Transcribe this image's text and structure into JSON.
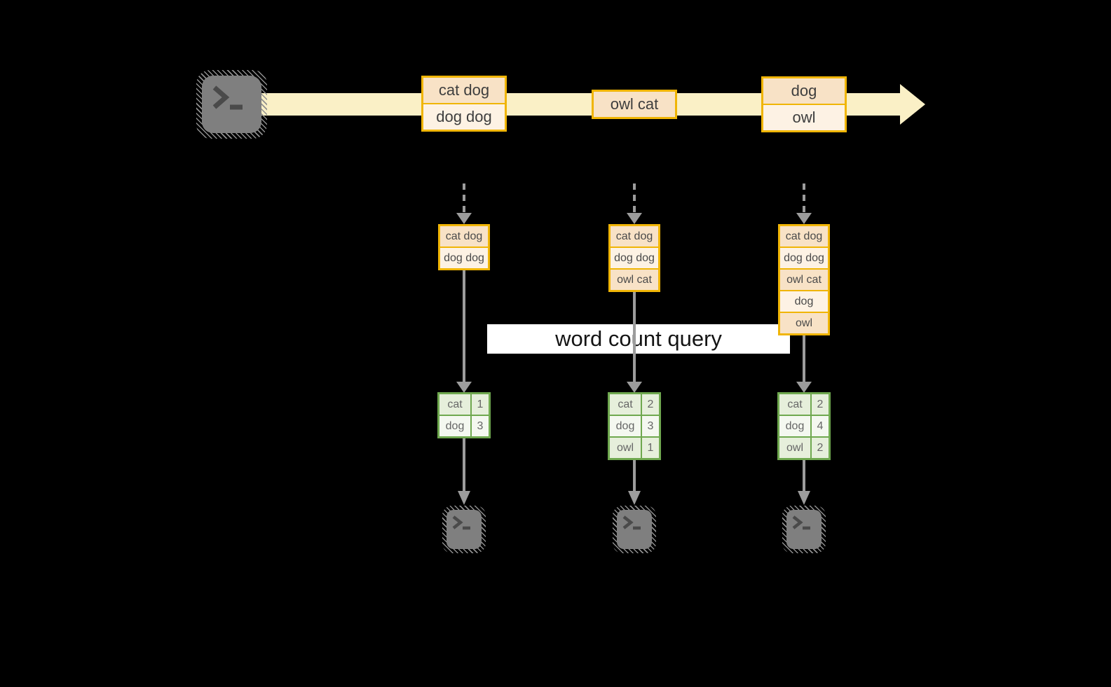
{
  "palette": {
    "background": "#000000",
    "stream_arrow": "#FAF0C6",
    "message_border": "#F0B506",
    "message_cell_dark": "#F8E2C6",
    "message_cell_light": "#FDF2E4",
    "table_border": "#6FA84F",
    "table_cell_dark": "#E6EFDB",
    "table_cell_light": "#F4F8F0",
    "connector_gray": "#9C9C9C",
    "terminal_gray": "#7F7F7F",
    "query_band_bg": "#FFFFFF",
    "text_dark": "#3E3E3E"
  },
  "stream": {
    "messages": [
      {
        "lines": [
          "cat dog",
          "dog dog"
        ]
      },
      {
        "lines": [
          "owl cat"
        ]
      },
      {
        "lines": [
          "dog",
          "owl"
        ]
      }
    ]
  },
  "query_label": "word count query",
  "columns": [
    {
      "state": [
        "cat dog",
        "dog dog"
      ],
      "counts": [
        {
          "word": "cat",
          "count": 1
        },
        {
          "word": "dog",
          "count": 3
        }
      ]
    },
    {
      "state": [
        "cat dog",
        "dog dog",
        "owl cat"
      ],
      "counts": [
        {
          "word": "cat",
          "count": 2
        },
        {
          "word": "dog",
          "count": 3
        },
        {
          "word": "owl",
          "count": 1
        }
      ]
    },
    {
      "state": [
        "cat dog",
        "dog dog",
        "owl cat",
        "dog",
        "owl"
      ],
      "counts": [
        {
          "word": "cat",
          "count": 2
        },
        {
          "word": "dog",
          "count": 4
        },
        {
          "word": "owl",
          "count": 2
        }
      ]
    }
  ],
  "icons": {
    "source": "terminal-icon",
    "outputs": [
      "terminal-icon",
      "terminal-icon",
      "terminal-icon"
    ]
  }
}
